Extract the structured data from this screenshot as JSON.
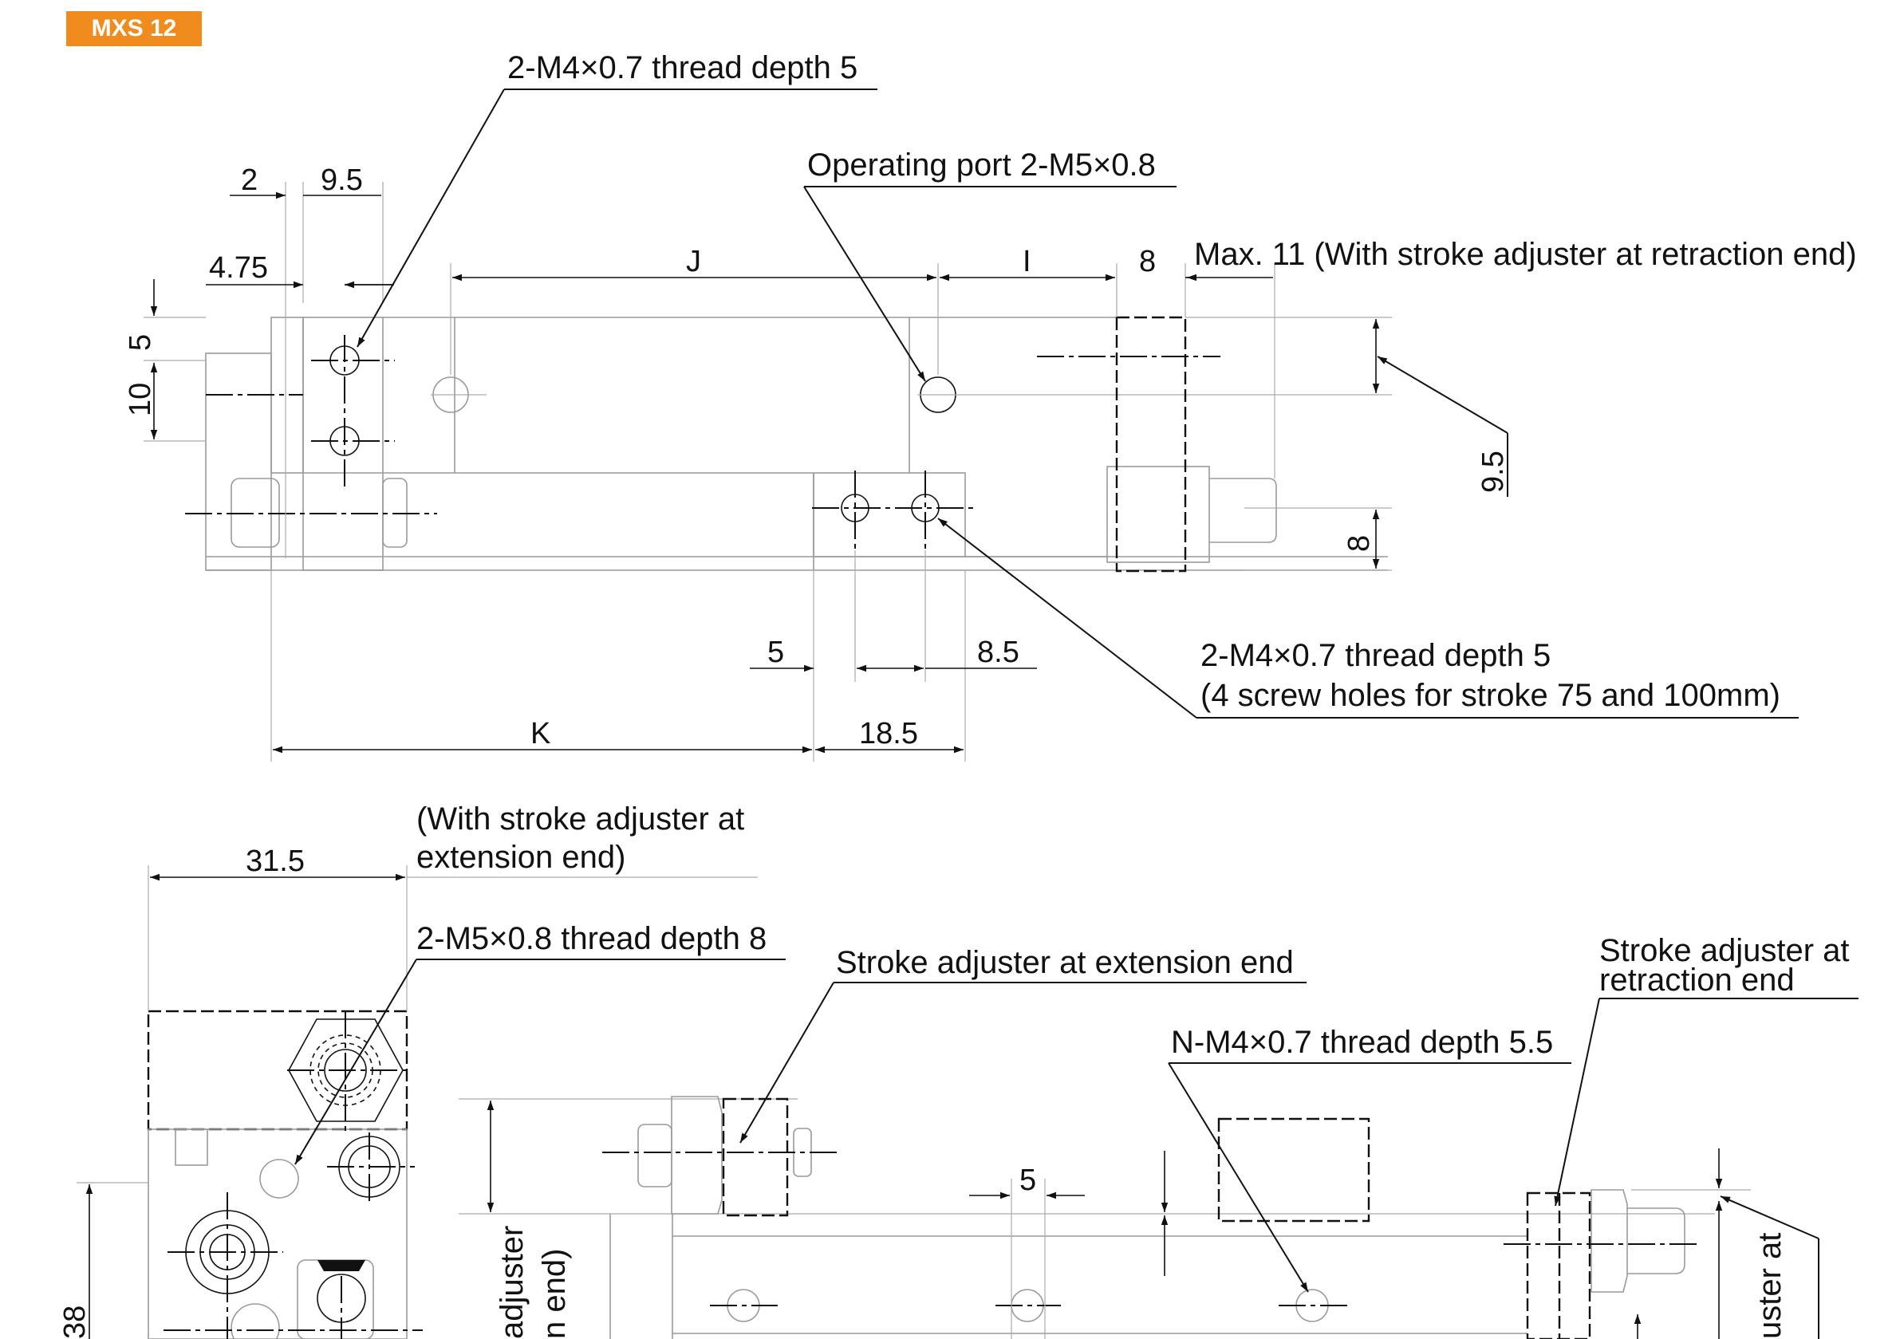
{
  "model_badge": "MXS 12",
  "colors": {
    "badge": "#f08c1e",
    "line": "#111111",
    "body_outline": "#9a9a9a"
  },
  "top_view": {
    "callout_thread_top": "2-M4×0.7 thread depth 5",
    "callout_port": "Operating port 2-M5×0.8",
    "callout_thread_bottom_1": "2-M4×0.7 thread depth 5",
    "callout_thread_bottom_2": "(4 screw holes for stroke 75 and 100mm)",
    "dim_2": "2",
    "dim_9_5": "9.5",
    "dim_4_75": "4.75",
    "dim_J": "J",
    "dim_I": "I",
    "dim_8_top": "8",
    "dim_max11": "Max. 11 (With stroke adjuster at retraction end)",
    "dim_5_left": "5",
    "dim_10": "10",
    "dim_9_5_right": "9.5",
    "dim_8_right": "8",
    "dim_5_bottom": "5",
    "dim_8_5": "8.5",
    "dim_K": "K",
    "dim_18_5": "18.5"
  },
  "bottom_view": {
    "note_extension_1": "(With stroke adjuster at",
    "note_extension_2": "extension end)",
    "dim_31_5": "31.5",
    "callout_m5": "2-M5×0.8 thread depth 8",
    "callout_adj_ext": "Stroke adjuster at extension end",
    "callout_adj_ret_1": "Stroke adjuster at",
    "callout_adj_ret_2": "retraction end",
    "callout_nm4": "N-M4×0.7 thread depth 5.5",
    "dim_5": "5",
    "dim_38": "38",
    "vert_label_1": "adjuster",
    "vert_label_2": "n end)",
    "vert_label_right": "uster at"
  }
}
